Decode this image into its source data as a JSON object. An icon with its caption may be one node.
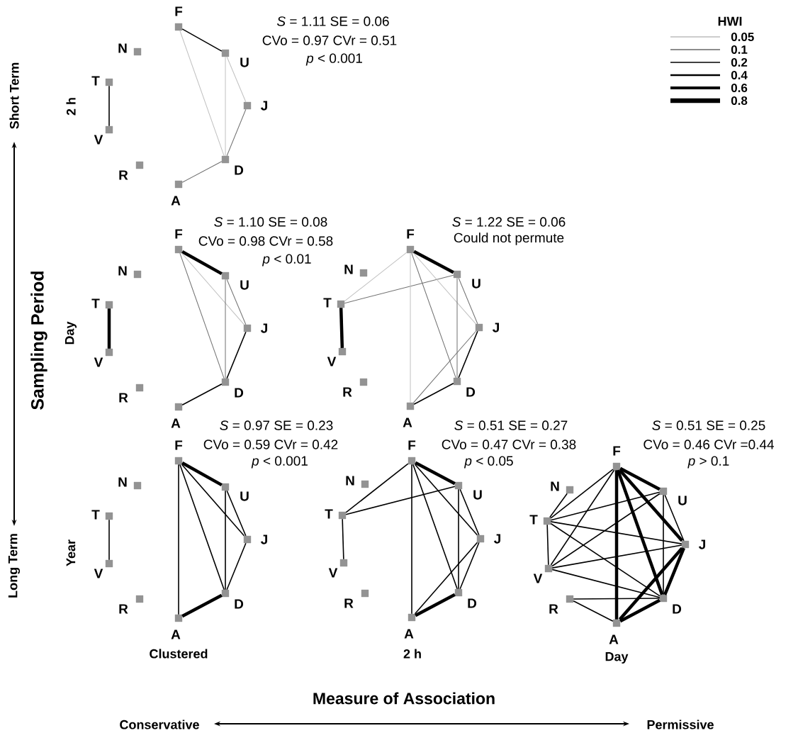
{
  "diagram": {
    "nodes": [
      {
        "text": [
          "F"
        ]
      },
      {
        "text": [
          "U"
        ]
      },
      {
        "text": [
          "J"
        ]
      },
      {
        "text": [
          "D"
        ]
      },
      {
        "text": [
          "A"
        ]
      },
      {
        "text": [
          "R"
        ]
      },
      {
        "text": [
          "V"
        ]
      },
      {
        "text": [
          "T"
        ]
      },
      {
        "text": [
          "N"
        ]
      },
      {
        "text": [
          "F"
        ]
      },
      {
        "text": [
          "U"
        ]
      },
      {
        "text": [
          "J"
        ]
      },
      {
        "text": [
          "D"
        ]
      },
      {
        "text": [
          "A"
        ]
      },
      {
        "text": [
          "R"
        ]
      },
      {
        "text": [
          "V"
        ]
      },
      {
        "text": [
          "T"
        ]
      },
      {
        "text": [
          "N"
        ]
      },
      {
        "text": [
          "F"
        ]
      },
      {
        "text": [
          "U"
        ]
      },
      {
        "text": [
          "J"
        ]
      },
      {
        "text": [
          "D"
        ]
      },
      {
        "text": [
          "A"
        ]
      },
      {
        "text": [
          "R"
        ]
      },
      {
        "text": [
          "V"
        ]
      },
      {
        "text": [
          "T"
        ]
      },
      {
        "text": [
          "N"
        ]
      },
      {
        "text": [
          "F"
        ]
      },
      {
        "text": [
          "U"
        ]
      },
      {
        "text": [
          "J"
        ]
      },
      {
        "text": [
          "D"
        ]
      },
      {
        "text": [
          "A"
        ]
      },
      {
        "text": [
          "R"
        ]
      },
      {
        "text": [
          "V"
        ]
      },
      {
        "text": [
          "T"
        ]
      },
      {
        "text": [
          "N"
        ]
      },
      {
        "text": [
          "F"
        ]
      },
      {
        "text": [
          "U"
        ]
      },
      {
        "text": [
          "J"
        ]
      },
      {
        "text": [
          "D"
        ]
      },
      {
        "text": [
          "A"
        ]
      },
      {
        "text": [
          "R"
        ]
      },
      {
        "text": [
          "V"
        ]
      },
      {
        "text": [
          "T"
        ]
      },
      {
        "text": [
          "N"
        ]
      },
      {
        "text": [
          "F"
        ]
      },
      {
        "text": [
          "U"
        ]
      },
      {
        "text": [
          "J"
        ]
      },
      {
        "text": [
          "D"
        ]
      },
      {
        "text": [
          "A"
        ]
      },
      {
        "text": [
          "R"
        ]
      },
      {
        "text": [
          "V"
        ]
      },
      {
        "text": [
          "T"
        ]
      },
      {
        "text": [
          "N"
        ]
      }
    ],
    "edges": [
      {
        "from": 7,
        "to": 6,
        "arrow": "none"
      },
      {
        "from": 0,
        "to": 1,
        "arrow": "none"
      },
      {
        "from": 0,
        "to": 3,
        "arrow": "none",
        "color": "#c0c0c0"
      },
      {
        "from": 1,
        "to": 3,
        "arrow": "none",
        "color": "#c0c0c0"
      },
      {
        "from": 1,
        "to": 2,
        "arrow": "none",
        "color": "#c0c0c0"
      },
      {
        "from": 2,
        "to": 3,
        "arrow": "none",
        "color": "#707070"
      },
      {
        "from": 3,
        "to": 4,
        "arrow": "none",
        "color": "#707070"
      },
      {
        "from": 16,
        "to": 15,
        "arrow": "none",
        "style": "thick"
      },
      {
        "from": 9,
        "to": 10,
        "arrow": "none",
        "style": "thick"
      },
      {
        "from": 9,
        "to": 11,
        "arrow": "none",
        "color": "#c0c0c0"
      },
      {
        "from": 9,
        "to": 12,
        "arrow": "none",
        "color": "#707070"
      },
      {
        "from": 10,
        "to": 12,
        "arrow": "none",
        "color": "#707070"
      },
      {
        "from": 10,
        "to": 11,
        "arrow": "none",
        "color": "#707070"
      },
      {
        "from": 11,
        "to": 12,
        "arrow": "none"
      },
      {
        "from": 12,
        "to": 13,
        "arrow": "none"
      },
      {
        "from": 18,
        "to": 19,
        "arrow": "none",
        "style": "thick"
      },
      {
        "from": 25,
        "to": 24,
        "arrow": "none",
        "style": "thick"
      },
      {
        "from": 18,
        "to": 25,
        "arrow": "none",
        "color": "#c0c0c0"
      },
      {
        "from": 25,
        "to": 19,
        "arrow": "none",
        "color": "#707070"
      },
      {
        "from": 18,
        "to": 22,
        "arrow": "none",
        "color": "#c0c0c0"
      },
      {
        "from": 18,
        "to": 21,
        "arrow": "none",
        "color": "#707070"
      },
      {
        "from": 18,
        "to": 20,
        "arrow": "none",
        "color": "#c0c0c0"
      },
      {
        "from": 19,
        "to": 20,
        "arrow": "none",
        "color": "#707070"
      },
      {
        "from": 19,
        "to": 21,
        "arrow": "none",
        "color": "#707070"
      },
      {
        "from": 20,
        "to": 21,
        "arrow": "none"
      },
      {
        "from": 20,
        "to": 22,
        "arrow": "none",
        "color": "#707070"
      },
      {
        "from": 22,
        "to": 21,
        "arrow": "none"
      },
      {
        "from": 34,
        "to": 33,
        "arrow": "none"
      },
      {
        "from": 27,
        "to": 28,
        "arrow": "none",
        "style": "thick"
      },
      {
        "from": 27,
        "to": 31,
        "arrow": "none"
      },
      {
        "from": 27,
        "to": 30,
        "arrow": "none"
      },
      {
        "from": 27,
        "to": 29,
        "arrow": "none"
      },
      {
        "from": 28,
        "to": 30,
        "arrow": "none"
      },
      {
        "from": 28,
        "to": 29,
        "arrow": "none"
      },
      {
        "from": 29,
        "to": 30,
        "arrow": "none"
      },
      {
        "from": 31,
        "to": 30,
        "arrow": "none",
        "style": "thick"
      },
      {
        "from": 36,
        "to": 43,
        "arrow": "none"
      },
      {
        "from": 43,
        "to": 37,
        "arrow": "none"
      },
      {
        "from": 43,
        "to": 42,
        "arrow": "none"
      },
      {
        "from": 36,
        "to": 37,
        "arrow": "none",
        "style": "thick"
      },
      {
        "from": 36,
        "to": 40,
        "arrow": "none"
      },
      {
        "from": 36,
        "to": 39,
        "arrow": "none"
      },
      {
        "from": 36,
        "to": 38,
        "arrow": "none"
      },
      {
        "from": 37,
        "to": 38,
        "arrow": "none"
      },
      {
        "from": 37,
        "to": 39,
        "arrow": "none"
      },
      {
        "from": 38,
        "to": 39,
        "arrow": "none"
      },
      {
        "from": 38,
        "to": 40,
        "arrow": "none"
      },
      {
        "from": 40,
        "to": 39,
        "arrow": "none",
        "style": "thick"
      },
      {
        "from": 53,
        "to": 52,
        "arrow": "none"
      },
      {
        "from": 52,
        "to": 45,
        "arrow": "none"
      },
      {
        "from": 52,
        "to": 46,
        "arrow": "none"
      },
      {
        "from": 52,
        "to": 47,
        "arrow": "none"
      },
      {
        "from": 52,
        "to": 48,
        "arrow": "none"
      },
      {
        "from": 52,
        "to": 51,
        "arrow": "none"
      },
      {
        "from": 51,
        "to": 45,
        "arrow": "none"
      },
      {
        "from": 51,
        "to": 46,
        "arrow": "none"
      },
      {
        "from": 51,
        "to": 47,
        "arrow": "none"
      },
      {
        "from": 51,
        "to": 48,
        "arrow": "none"
      },
      {
        "from": 45,
        "to": 46,
        "arrow": "none",
        "style": "thick"
      },
      {
        "from": 45,
        "to": 47,
        "arrow": "none",
        "style": "thick"
      },
      {
        "from": 45,
        "to": 48,
        "arrow": "none",
        "style": "thick"
      },
      {
        "from": 45,
        "to": 49,
        "arrow": "none",
        "style": "thick"
      },
      {
        "from": 46,
        "to": 47,
        "arrow": "none"
      },
      {
        "from": 46,
        "to": 48,
        "arrow": "none"
      },
      {
        "from": 47,
        "to": 48,
        "arrow": "none",
        "style": "thick"
      },
      {
        "from": 47,
        "to": 49,
        "arrow": "none",
        "style": "thick"
      },
      {
        "from": 48,
        "to": 49,
        "arrow": "none",
        "style": "thick"
      },
      {
        "from": 50,
        "to": 48,
        "arrow": "none"
      },
      {
        "from": 50,
        "to": 49,
        "arrow": "none"
      }
    ],
    "labels": [
      "Short Term",
      "2 h",
      "*S* = 1.11 SE = 0.06",
      "CVo = 0.97 CVr = 0.51",
      "*p* < 0.001",
      "HWI",
      "*S* = 1.10 SE = 0.08",
      "*S* = 1.22 SE = 0.06",
      "CVo = 0.98 CVr = 0.58",
      "Could not permute",
      "*p* < 0.01",
      "Sampling Period",
      "Day",
      "*S* = 0.97 SE = 0.23",
      "*S* = 0.51 SE = 0.27",
      "*S* = 0.51 SE = 0.25",
      "CVo = 0.59 CVr = 0.42",
      "CVo = 0.47 CVr = 0.38",
      "CVo = 0.46 CVr =0.44",
      "*p* < 0.001",
      "*p* < 0.05",
      "*p* > 0.1",
      "Long Term",
      "Year",
      "Clustered",
      "2 h",
      "Day",
      "Measure of Association",
      "Conservative",
      "Permissive"
    ],
    "legend": [
      {
        "text": "0.05"
      },
      {
        "text": "0.1"
      },
      {
        "text": "0.2"
      },
      {
        "text": "0.4"
      },
      {
        "text": "0.6"
      },
      {
        "text": "0.8"
      }
    ]
  }
}
